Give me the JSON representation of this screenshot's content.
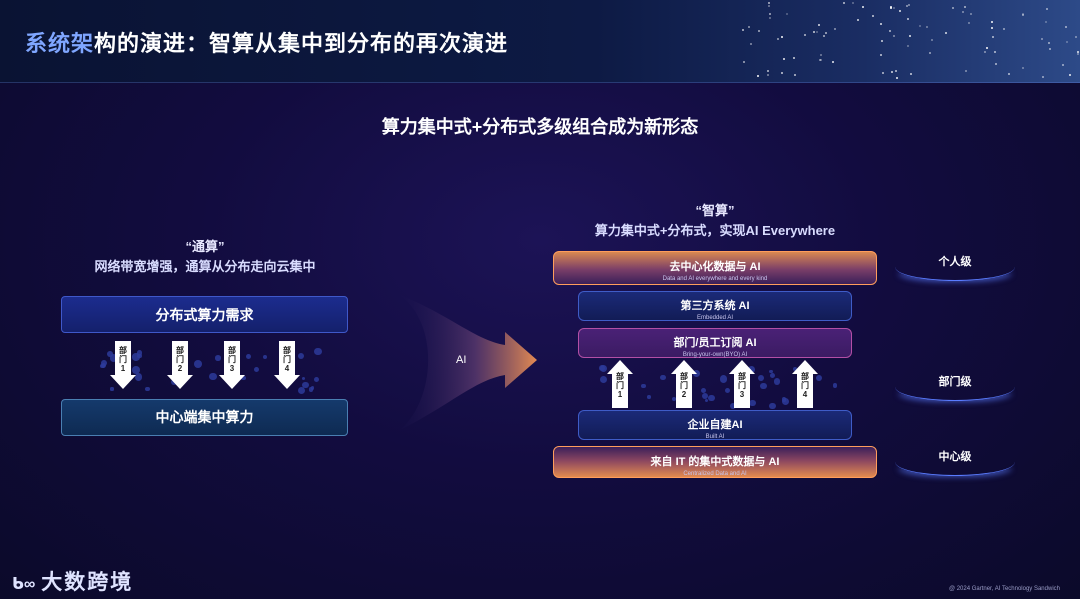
{
  "header": {
    "title_highlight": "系统架",
    "title_rest": "构的演进：智算从集中到分布的再次演进"
  },
  "subtitle": "算力集中式+分布式多级组合成为新形态",
  "left": {
    "quote": "“通算”",
    "desc": "网络带宽增强，通算从分布走向云集中",
    "top_bar": "分布式算力需求",
    "bottom_bar": "中心端集中算力",
    "arrows": [
      "部门1",
      "部门2",
      "部门3",
      "部门4"
    ]
  },
  "center": {
    "ai_label": "AI"
  },
  "right": {
    "quote": "“智算”",
    "desc": "算力集中式+分布式，实现AI Everywhere",
    "bars": [
      {
        "main": "去中心化数据与 AI",
        "sub": "Data and AI everywhere and every kind"
      },
      {
        "main": "第三方系统 AI",
        "sub": "Embedded AI"
      },
      {
        "main": "部门/员工订阅 AI",
        "sub": "Bring-your-own(BYO) AI"
      },
      {
        "main": "企业自建AI",
        "sub": "Built AI"
      },
      {
        "main": "来自 IT 的集中式数据与 AI",
        "sub": "Centralized Data and AI"
      }
    ],
    "arrows": [
      "部门1",
      "部门2",
      "部门3",
      "部门4"
    ]
  },
  "levels": [
    "个人级",
    "部门级",
    "中心级"
  ],
  "footer": {
    "logo": "大数跨境",
    "logo_mark": "ᑲ∞",
    "copyright": "@ 2024 Gartner, AI Technology Sandwich"
  },
  "colors": {
    "accent_blue": "#7fa6ff",
    "orange": "#e28a4f",
    "magenta_border": "#b34fa6",
    "bg": "#120c3f"
  }
}
